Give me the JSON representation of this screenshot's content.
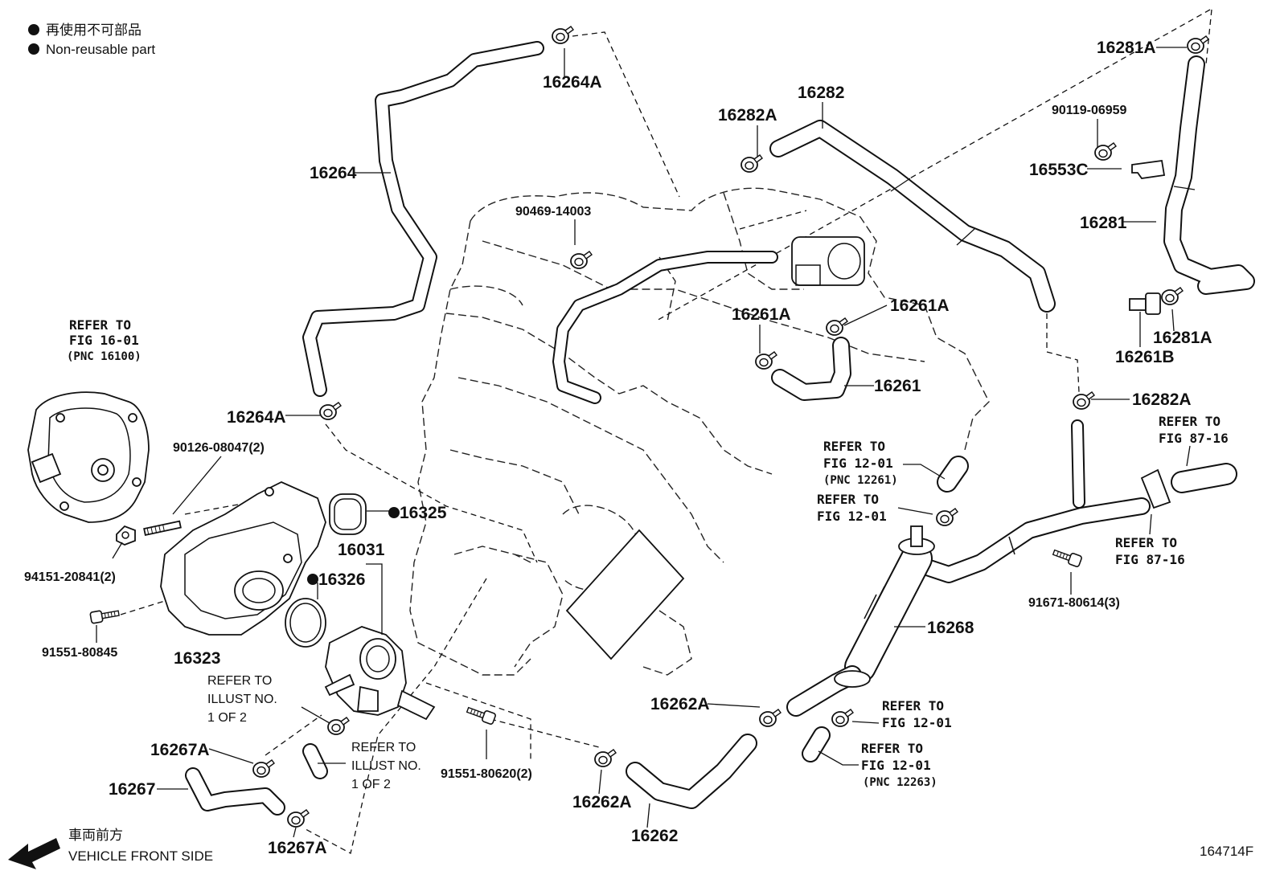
{
  "legend": {
    "marker": "●",
    "line_jp": "再使用不可部品",
    "line_en": "Non-reusable part"
  },
  "parts": {
    "p16264A_top": "16264A",
    "p16264": "16264",
    "p16264A_mid": "16264A",
    "p16282A_top": "16282A",
    "p16282": "16282",
    "p16281A_top": "16281A",
    "p90119": "90119-06959",
    "p16553C": "16553C",
    "p16281": "16281",
    "p16281A_bot": "16281A",
    "p16261B": "16261B",
    "p90469": "90469-14003",
    "p16261A_left": "16261A",
    "p16261A_right": "16261A",
    "p16261": "16261",
    "p16282A_right": "16282A",
    "p90126": "90126-08047(2)",
    "p16325": "16325",
    "p16031": "16031",
    "p16326": "16326",
    "p94151": "94151-20841(2)",
    "p91551_80845": "91551-80845",
    "p16323": "16323",
    "p16267A_top": "16267A",
    "p16267": "16267",
    "p16267A_bot": "16267A",
    "p91551_80620": "91551-80620(2)",
    "p16262A_bot": "16262A",
    "p16262": "16262",
    "p16262A_top": "16262A",
    "p16268": "16268",
    "p91671": "91671-80614(3)"
  },
  "refs": {
    "ref_fig16": [
      "REFER TO",
      "FIG 16-01",
      "(PNC 16100)"
    ],
    "ref_fig12_a": [
      "REFER TO",
      "FIG 12-01",
      "(PNC 12261)"
    ],
    "ref_fig12_b": [
      "REFER TO",
      "FIG 12-01"
    ],
    "ref_fig87_top": [
      "REFER TO",
      "FIG 87-16"
    ],
    "ref_fig87_bot": [
      "REFER TO",
      "FIG 87-16"
    ],
    "ref_illust_a": [
      "REFER TO",
      "ILLUST NO.",
      "1 OF 2"
    ],
    "ref_illust_b": [
      "REFER TO",
      "ILLUST NO.",
      "1 OF 2"
    ],
    "ref_fig12_c": [
      "REFER TO",
      "FIG 12-01"
    ],
    "ref_fig12_d": [
      "REFER TO",
      "FIG 12-01",
      "(PNC 12263)"
    ]
  },
  "footer": {
    "front_jp": "車両前方",
    "front_en": "VEHICLE FRONT SIDE",
    "figure_id": "164714F"
  }
}
